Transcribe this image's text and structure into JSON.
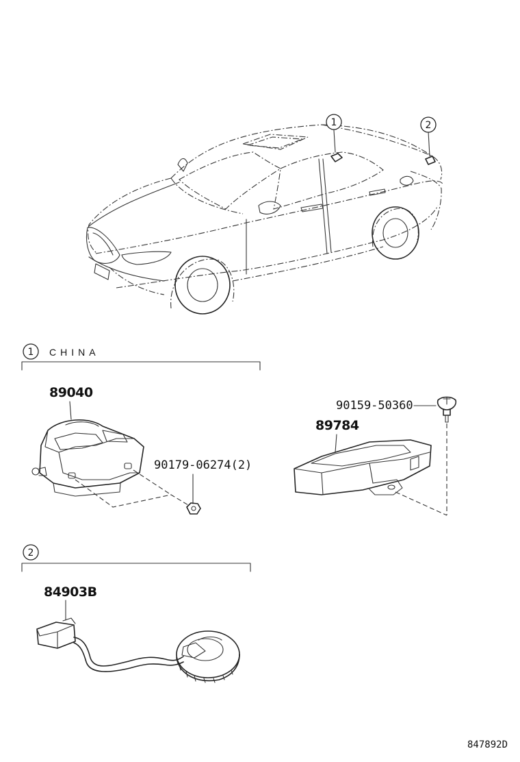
{
  "callouts": {
    "one": "1",
    "two": "2"
  },
  "sections": {
    "china": {
      "callout": "1",
      "label": "CHINA",
      "parts": {
        "sensor": "89040",
        "nut": "90179-06274(2)"
      }
    },
    "unlabeled": {
      "parts": {
        "bolt": "90159-50360",
        "module": "89784"
      }
    },
    "section_two": {
      "callout": "2",
      "parts": {
        "harness": "84903B"
      }
    }
  },
  "reference_code": "847892D"
}
